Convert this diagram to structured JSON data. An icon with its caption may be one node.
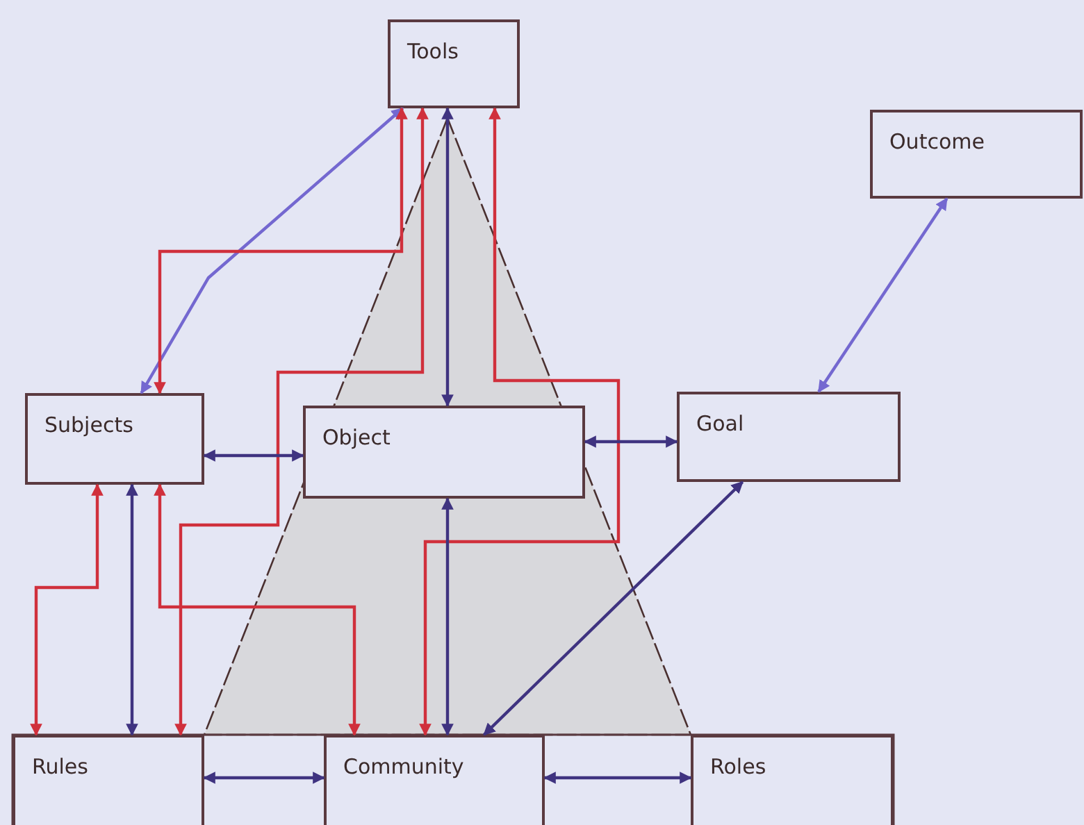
{
  "diagram": {
    "nodes": [
      {
        "text": [
          "Tools"
        ]
      },
      {
        "text": [
          "Outcome"
        ]
      },
      {
        "text": [
          "Subjects"
        ]
      },
      {
        "text": [
          "Object"
        ]
      },
      {
        "text": [
          "Goal"
        ]
      },
      {
        "text": [
          "Rules"
        ]
      },
      {
        "text": [
          "Community"
        ]
      },
      {
        "text": [
          "Roles"
        ]
      }
    ],
    "edges": [
      {
        "from": 0,
        "to": 2,
        "arrow": "both",
        "color": "#7468d0"
      },
      {
        "from": 2,
        "to": 0,
        "arrow": "both",
        "color": "#d0303c"
      },
      {
        "from": 5,
        "to": 0,
        "arrow": "both",
        "color": "#d0303c"
      },
      {
        "from": 6,
        "to": 0,
        "arrow": "both",
        "color": "#d0303c"
      },
      {
        "from": 0,
        "to": 3,
        "arrow": "both"
      },
      {
        "from": 3,
        "to": 6,
        "arrow": "both"
      },
      {
        "from": 2,
        "to": 5,
        "arrow": "both",
        "color": "#d0303c"
      },
      {
        "from": 2,
        "to": 5,
        "arrow": "both"
      },
      {
        "from": 2,
        "to": 6,
        "arrow": "both",
        "color": "#d0303c"
      },
      {
        "from": 2,
        "to": 3,
        "arrow": "both"
      },
      {
        "from": 3,
        "to": 4,
        "arrow": "both"
      },
      {
        "from": 4,
        "to": 1,
        "arrow": "both",
        "color": "#7468d0"
      },
      {
        "from": 4,
        "to": 6,
        "arrow": "both"
      },
      {
        "from": 5,
        "to": 6,
        "arrow": "both"
      },
      {
        "from": 6,
        "to": 7,
        "arrow": "both"
      }
    ]
  }
}
